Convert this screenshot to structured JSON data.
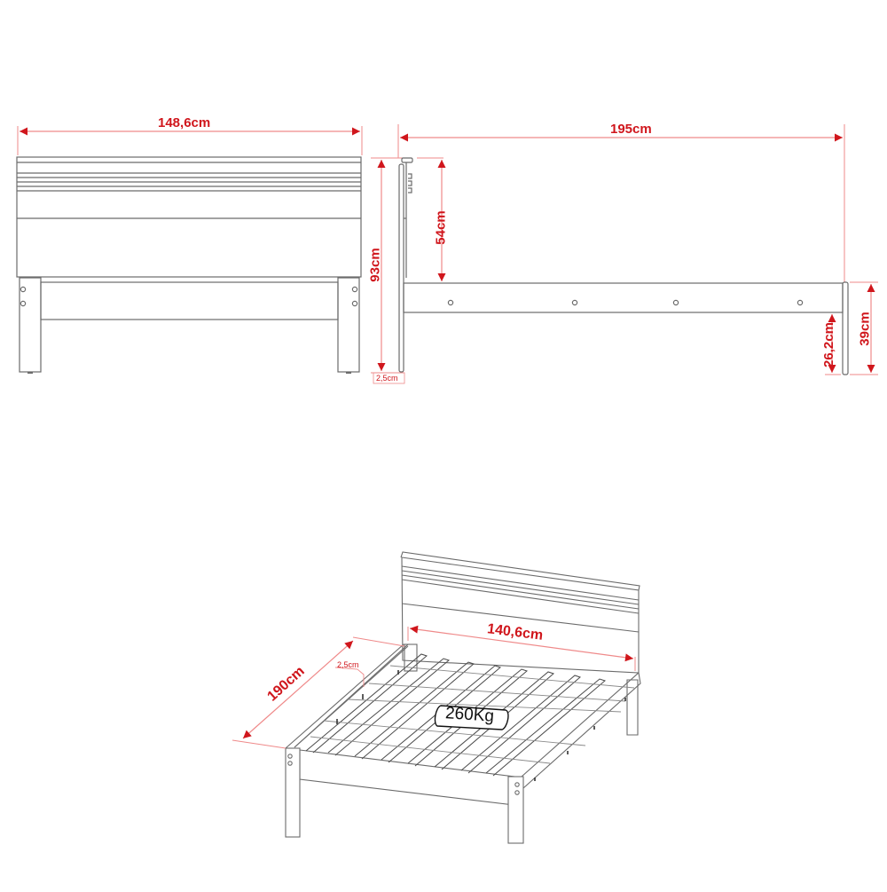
{
  "colors": {
    "dimension": "#d0161c",
    "dimension_light": "#ef8a8a",
    "outline": "#6b6b6b",
    "background": "#ffffff"
  },
  "front_view": {
    "width_label": "148,6cm",
    "height_label": "93cm",
    "thickness_label": "2,5cm"
  },
  "side_view": {
    "length_label": "195cm",
    "headboard_panel_label": "54cm",
    "clearance_label": "26,2cm",
    "rail_height_label": "39cm"
  },
  "perspective_view": {
    "length_label": "190cm",
    "inner_width_label": "140,6cm",
    "slat_gap_label": "2,5cm",
    "load_capacity_label": "260Kg"
  }
}
